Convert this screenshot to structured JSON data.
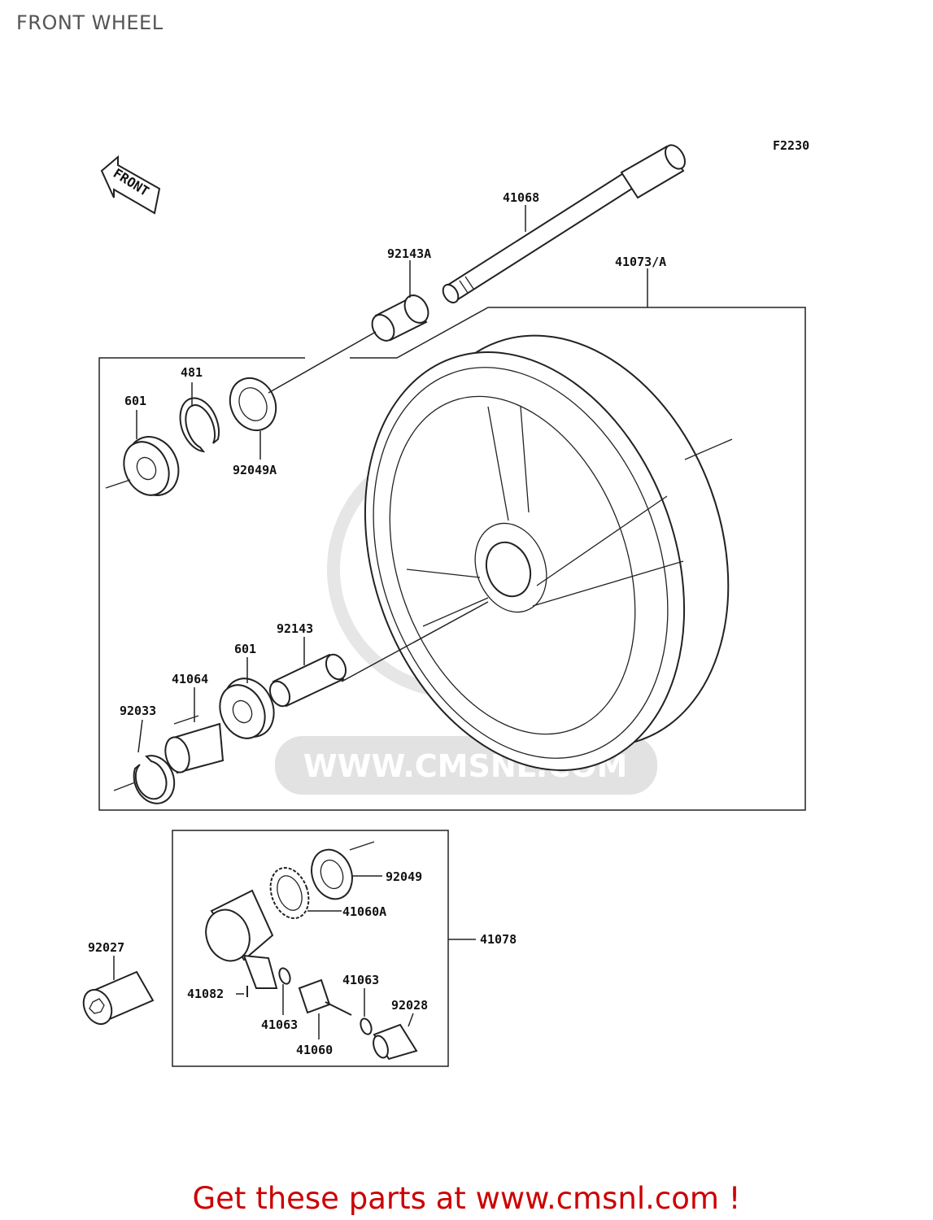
{
  "page_title": "FRONT WHEEL",
  "figure_code": "F2230",
  "front_arrow_label": "FRONT",
  "watermark": {
    "text": "WWW.CMSNL.COM"
  },
  "parts": [
    {
      "id": "p-41068",
      "label": "41068"
    },
    {
      "id": "p-92143A",
      "label": "92143A"
    },
    {
      "id": "p-41073A",
      "label": "41073/A"
    },
    {
      "id": "p-481",
      "label": "481"
    },
    {
      "id": "p-601-top",
      "label": "601"
    },
    {
      "id": "p-92049A",
      "label": "92049A"
    },
    {
      "id": "p-92143",
      "label": "92143"
    },
    {
      "id": "p-601-bottom",
      "label": "601"
    },
    {
      "id": "p-41064",
      "label": "41064"
    },
    {
      "id": "p-92033",
      "label": "92033"
    },
    {
      "id": "p-92049",
      "label": "92049"
    },
    {
      "id": "p-41060A",
      "label": "41060A"
    },
    {
      "id": "p-41078",
      "label": "41078"
    },
    {
      "id": "p-92027",
      "label": "92027"
    },
    {
      "id": "p-41063-right",
      "label": "41063"
    },
    {
      "id": "p-41082",
      "label": "41082"
    },
    {
      "id": "p-92028",
      "label": "92028"
    },
    {
      "id": "p-41063-left",
      "label": "41063"
    },
    {
      "id": "p-41060",
      "label": "41060"
    }
  ],
  "promo": {
    "text": "Get these parts at www.cmsnl.com !"
  }
}
